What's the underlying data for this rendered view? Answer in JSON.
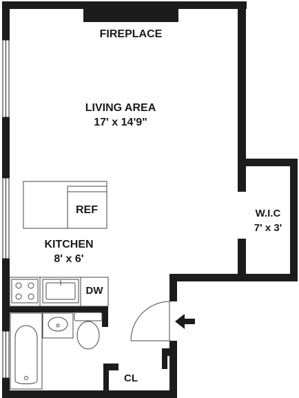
{
  "floorplan": {
    "fireplace": "FIREPLACE",
    "living_area": {
      "name": "LIVING AREA",
      "size": "17' x 14'9\""
    },
    "kitchen": {
      "name": "KITCHEN",
      "size": "8' x 6'"
    },
    "ref": "REF",
    "dw": "DW",
    "wic": {
      "name": "W.I.C",
      "size": "7' x 3'"
    },
    "closet": "CL"
  }
}
